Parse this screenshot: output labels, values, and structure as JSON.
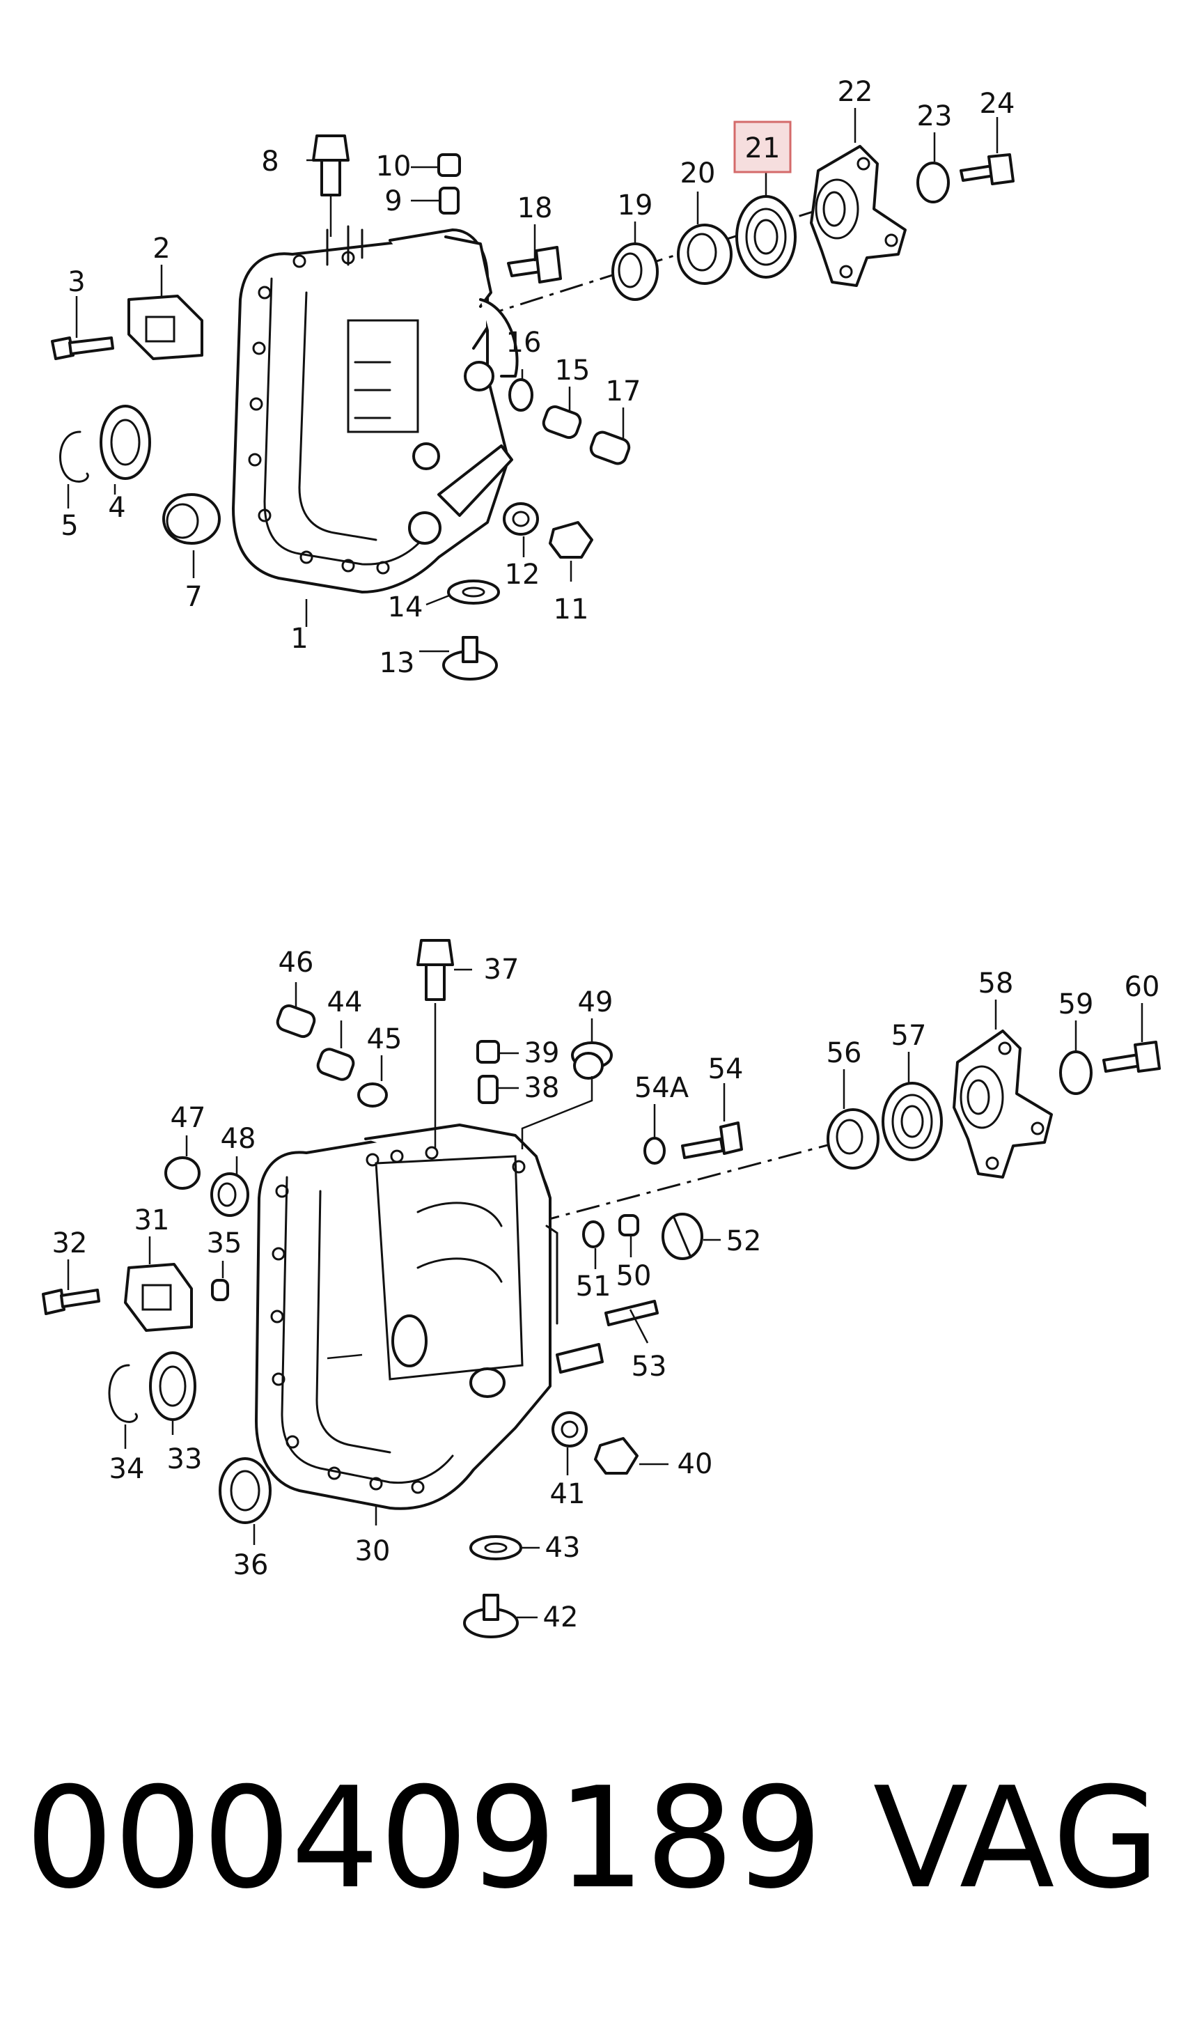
{
  "callouts": {
    "top": [
      "1",
      "2",
      "3",
      "4",
      "5",
      "7",
      "8",
      "9",
      "10",
      "11",
      "12",
      "13",
      "14",
      "15",
      "16",
      "17",
      "18",
      "19",
      "20",
      "21",
      "22",
      "23",
      "24"
    ],
    "bottom": [
      "30",
      "31",
      "32",
      "33",
      "34",
      "35",
      "36",
      "37",
      "38",
      "39",
      "40",
      "41",
      "42",
      "43",
      "44",
      "45",
      "46",
      "47",
      "48",
      "49",
      "50",
      "51",
      "52",
      "53",
      "54",
      "54A",
      "56",
      "57",
      "58",
      "59",
      "60"
    ]
  },
  "highlighted_callout": "21",
  "footer": {
    "part_number": "000409189",
    "brand": "VAG"
  }
}
